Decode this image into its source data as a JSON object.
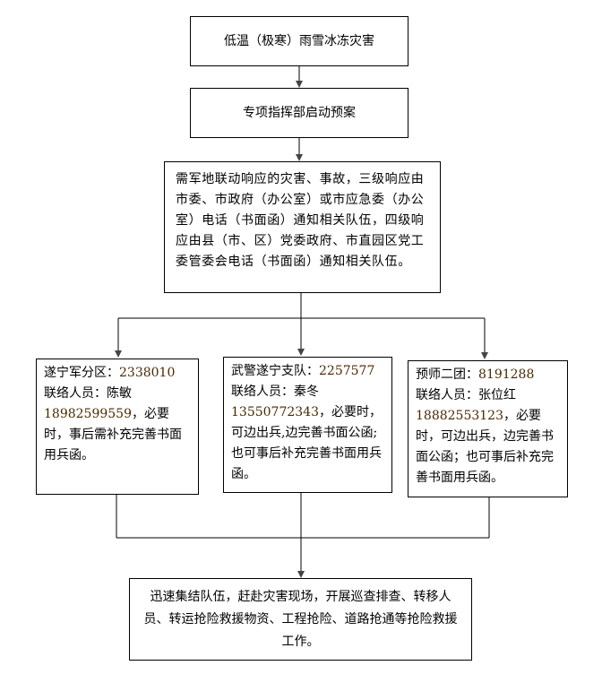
{
  "nodes": {
    "trigger": "低温（极寒）雨雪冰冻灾害",
    "plan": "专项指挥部启动预案",
    "notify": "需军地联动响应的灾害、事故，三级响应由市委、市政府（办公室）或市应急委（办公室）电话（书面函）通知相关队伍，四级响应由县（市、区）党委政府、市直园区党工委管委会电话（书面函）通知相关队伍。",
    "units": [
      {
        "name": "遂宁军分区：",
        "phone": "2338010",
        "contact": "联络人员：陈敏",
        "mobile": "18982599559",
        "note": "，必要时，事后需补充完善书面用兵函。"
      },
      {
        "name": "武警遂宁支队：",
        "phone": "2257577",
        "contact": "联络人员：秦冬",
        "mobile": "13550772343",
        "note": "，必要时，可边出兵,边完善书面公函;也可事后补充完善书面用兵函。"
      },
      {
        "name": "预师二团：",
        "phone": "8191288",
        "contact": "联络人员：张位红",
        "mobile": "18882553123",
        "note": "，必要时，可边出兵，边完善书面公函；也可事后补充完善书面用兵函。"
      }
    ],
    "action": "迅速集结队伍，赶赴灾害现场，开展巡查排查、转移人员、转运抢险救援物资、工程抢险、道路抢通等抢险救援工作。"
  }
}
